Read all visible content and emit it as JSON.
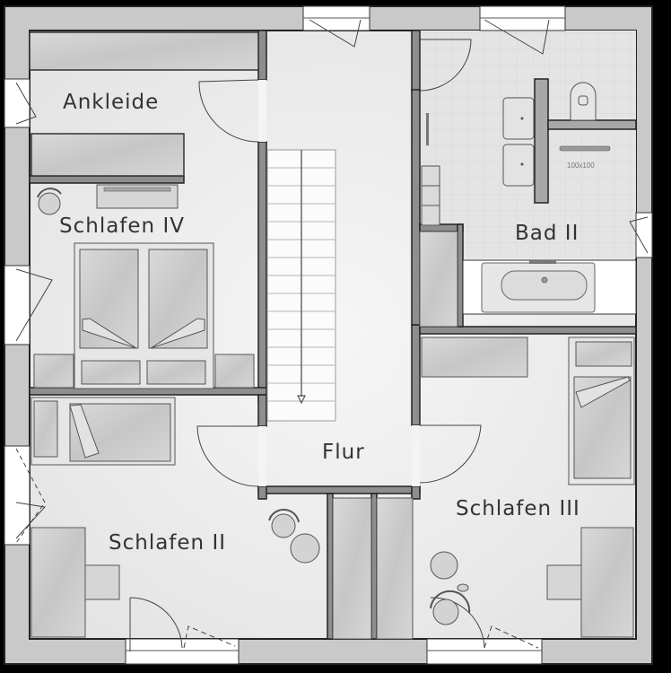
{
  "plan": {
    "rooms": [
      {
        "id": "ankleide",
        "label": "Ankleide"
      },
      {
        "id": "schlafen-iv",
        "label": "Schlafen IV"
      },
      {
        "id": "bad-ii",
        "label": "Bad II"
      },
      {
        "id": "flur",
        "label": "Flur"
      },
      {
        "id": "schlafen-ii",
        "label": "Schlafen II"
      },
      {
        "id": "schlafen-iii",
        "label": "Schlafen III"
      }
    ],
    "annotations": {
      "shower_size": "100x100"
    },
    "stairs": {
      "steps": 15,
      "direction": "down"
    },
    "colors": {
      "background": "#000000",
      "outer_wall": "#c8c8c8",
      "wall_line": "#222222",
      "inner_wall": "#8a8a8a",
      "floor": "#ececec",
      "furniture": "#cfcfcf",
      "label_text": "#333333"
    }
  }
}
